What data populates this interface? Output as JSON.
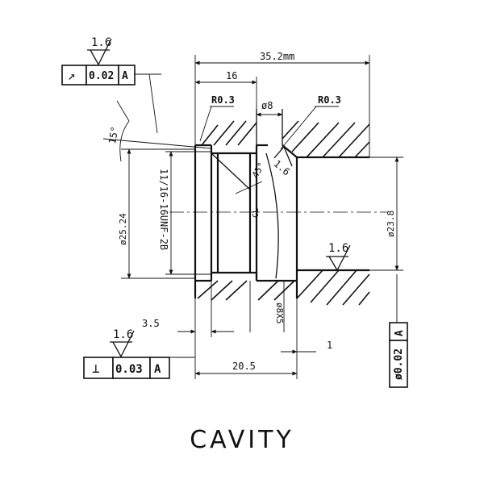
{
  "caption": "CAVITY",
  "dimensions": {
    "overall_length": "35.2mm",
    "length_16": "16",
    "length_20_5": "20.5",
    "length_3_5": "3.5",
    "length_1": "1",
    "dia_8": "ø8",
    "radius_left": "R0.3",
    "radius_right": "R0.3",
    "angle_15": "15°",
    "angle_45": "45°",
    "thread": "11/16-16UNF-2B",
    "dia_left": "ø25.24",
    "dia_right": "ø23.8",
    "dia_bottom": "ø8X5",
    "center_mark": "CL"
  },
  "roughness": {
    "top": "1.6",
    "bottom": "1.6",
    "bore": "1.6",
    "chamfer": "1.6"
  },
  "frames": {
    "runout": {
      "symbol": "↗",
      "tolerance": "0.02",
      "datum": "A"
    },
    "perpendicularity": {
      "symbol": "⊥",
      "tolerance": "0.03",
      "datum": "A"
    },
    "datum_ref": {
      "symbol": "ø",
      "tolerance": "0.02",
      "datum": "A"
    }
  }
}
